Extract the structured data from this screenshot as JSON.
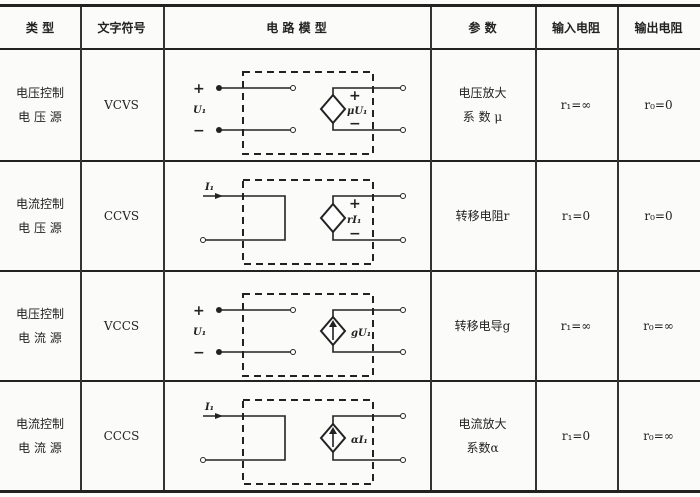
{
  "headers": [
    "类 型",
    "文字符号",
    "电 路 模 型",
    "参 数",
    "输入电阻",
    "输出电阻"
  ],
  "rows": [
    {
      "type": [
        "电压控制",
        "电 压 源"
      ],
      "symbol": "VCVS",
      "param": [
        "电压放大",
        "系 数 μ"
      ],
      "rin": "r₁=∞",
      "rout": "r₀=0",
      "ctrl_label": "U₁",
      "src_label": "μU₁"
    },
    {
      "type": [
        "电流控制",
        "电 压 源"
      ],
      "symbol": "CCVS",
      "param": [
        "转移电阻r"
      ],
      "rin": "r₁=0",
      "rout": "r₀=0",
      "ctrl_label": "I₁",
      "src_label": "rI₁"
    },
    {
      "type": [
        "电压控制",
        "电 流 源"
      ],
      "symbol": "VCCS",
      "param": [
        "转移电导g"
      ],
      "rin": "r₁=∞",
      "rout": "r₀=∞",
      "ctrl_label": "U₁",
      "src_label": "gU₁"
    },
    {
      "type": [
        "电流控制",
        "电 流 源"
      ],
      "symbol": "CCCS",
      "param": [
        "电流放大",
        "系数α"
      ],
      "rin": "r₁=0",
      "rout": "r₀=∞",
      "ctrl_label": "I₁",
      "src_label": "αI₁"
    }
  ],
  "signs": {
    "plus": "+",
    "minus": "−"
  }
}
